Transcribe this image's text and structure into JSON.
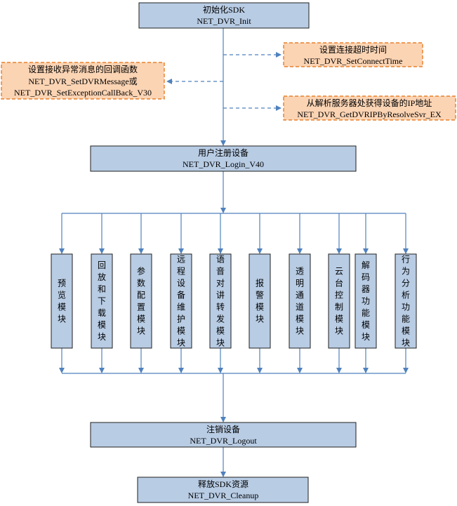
{
  "diagram": {
    "init": {
      "line1": "初始化SDK",
      "line2": "NET_DVR_Init"
    },
    "connect_time": {
      "line1": "设置连接超时时间",
      "line2": "NET_DVR_SetConnectTime"
    },
    "exception_cb": {
      "line1": "设置接收异常消息的回调函数",
      "line2": "NET_DVR_SetDVRMessage或",
      "line3": "NET_DVR_SetExceptionCallBack_V30"
    },
    "resolve": {
      "line1": "从解析服务器处获得设备的IP地址",
      "line2": "NET_DVR_GetDVRIPByResolveSvr_EX"
    },
    "login": {
      "line1": "用户注册设备",
      "line2": "NET_DVR_Login_V40"
    },
    "modules": [
      "预览模块",
      "回放和下载模块",
      "参数配置模块",
      "远程设备维护模块",
      "语音对讲转发模块",
      "报警模块",
      "透明通道模块",
      "云台控制模块",
      "解码器功能模块",
      "行为分析功能模块"
    ],
    "logout": {
      "line1": "注销设备",
      "line2": "NET_DVR_Logout"
    },
    "cleanup": {
      "line1": "释放SDK资源",
      "line2": "NET_DVR_Cleanup"
    },
    "colors": {
      "blue_fill": "#b8cce4",
      "orange_fill": "#fbd4b4",
      "orange_border": "#e46c0a",
      "connector": "#4f81bd"
    }
  }
}
